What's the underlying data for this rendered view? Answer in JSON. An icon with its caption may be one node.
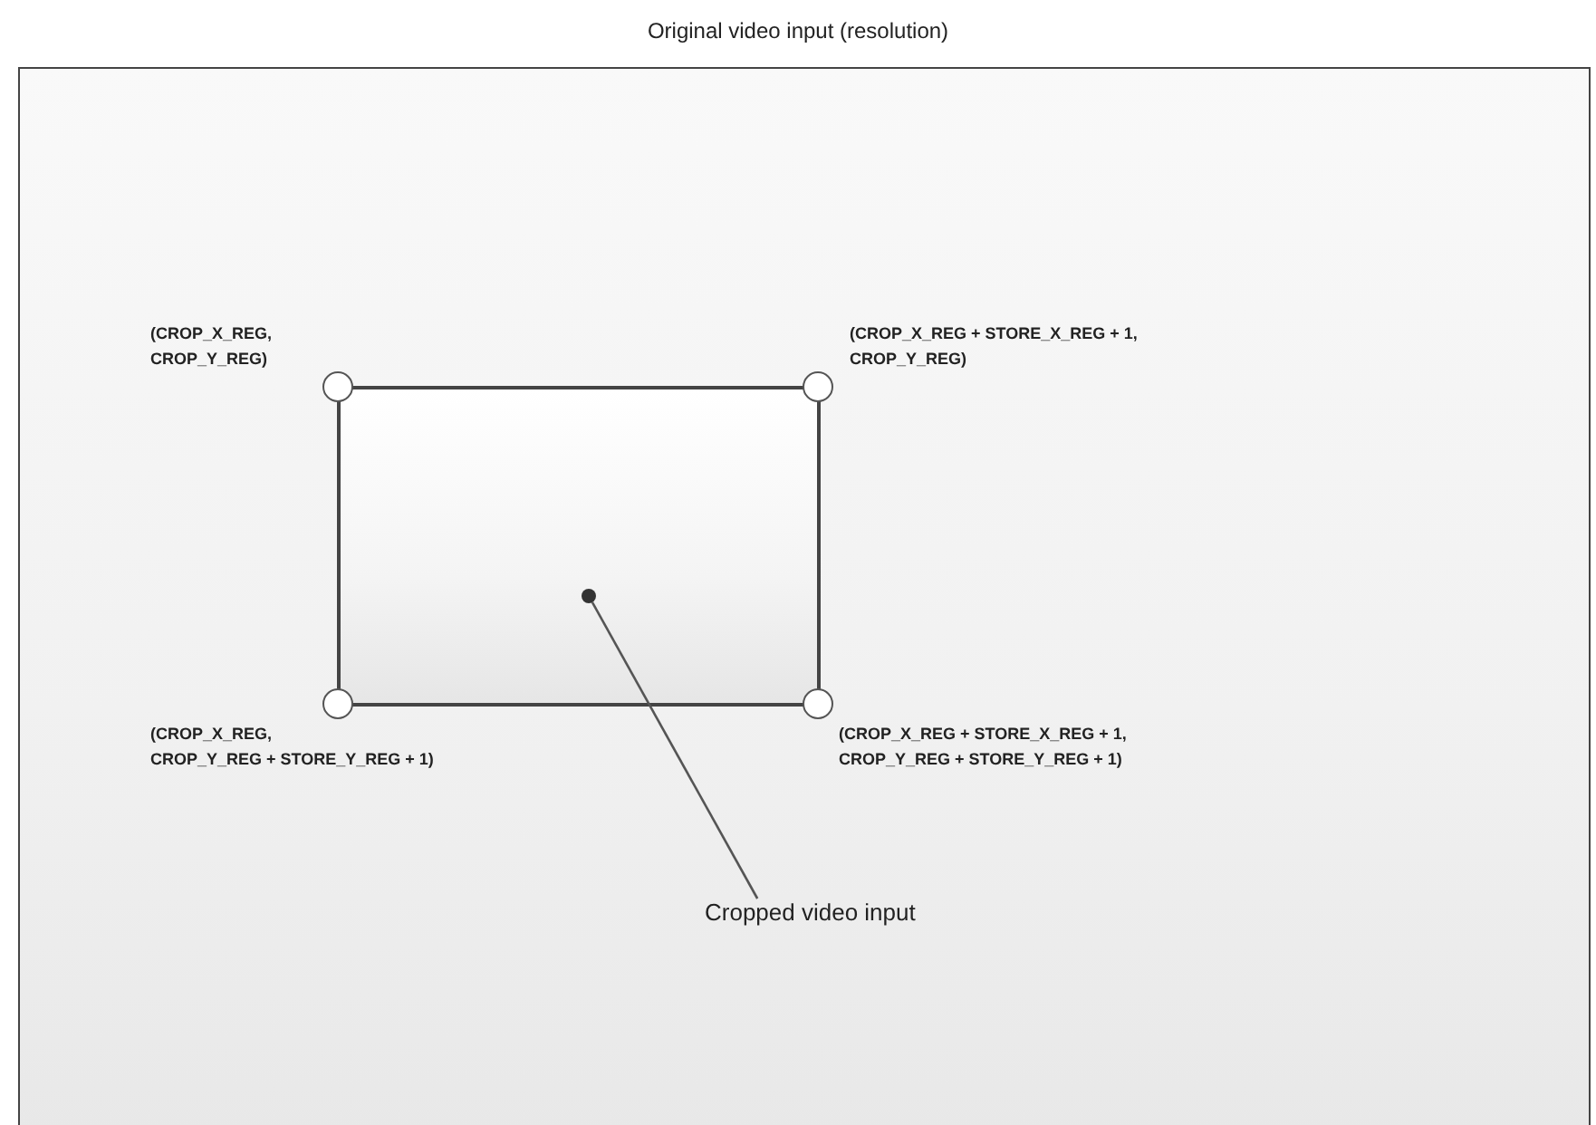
{
  "diagram": {
    "nodes": [
      {
        "text": [
          "Original video input (resolution)"
        ]
      },
      {
        "text": [],
        "shape": "box",
        "in": 0
      },
      {
        "text": [],
        "shape": "circle",
        "in": 0,
        "beside": [
          "(CROP_X_REG, CROP_Y_REG)"
        ]
      },
      {
        "text": [],
        "shape": "circle",
        "in": 0,
        "beside": [
          "(CROP_X_REG + STORE_X_REG + 1, CROP_Y_REG)"
        ]
      },
      {
        "text": [],
        "shape": "circle",
        "in": 0,
        "beside": [
          "(CROP_X_REG, CROP_Y_REG + STORE_Y_REG + 1)"
        ]
      },
      {
        "text": [],
        "shape": "circle",
        "in": 0,
        "beside": [
          "(CROP_X_REG + STORE_X_REG + 1, CROP_Y_REG + STORE_Y_REG + 1)"
        ]
      },
      {
        "text": [],
        "shape": "circle",
        "in": 1
      },
      {
        "text": [
          "Cropped video input"
        ],
        "in": 0
      }
    ],
    "edges": [
      {
        "from": 7,
        "to": 6,
        "arrow": "none"
      }
    ]
  }
}
